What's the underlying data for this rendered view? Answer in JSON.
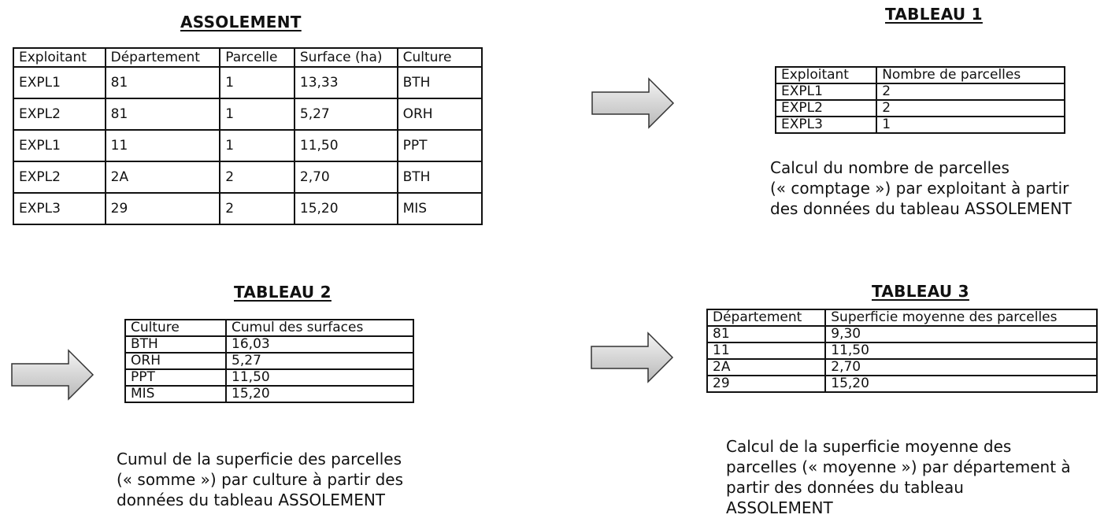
{
  "assolement": {
    "title": "ASSOLEMENT",
    "headers": [
      "Exploitant",
      "Département",
      "Parcelle",
      "Surface (ha)",
      "Culture"
    ],
    "rows": [
      [
        "EXPL1",
        "81",
        "1",
        "13,33",
        "BTH"
      ],
      [
        "EXPL2",
        "81",
        "1",
        "5,27",
        "ORH"
      ],
      [
        "EXPL1",
        "11",
        "1",
        "11,50",
        "PPT"
      ],
      [
        "EXPL2",
        "2A",
        "2",
        "2,70",
        "BTH"
      ],
      [
        "EXPL3",
        "29",
        "2",
        "15,20",
        "MIS"
      ]
    ]
  },
  "tableau1": {
    "title": "TABLEAU 1",
    "headers": [
      "Exploitant",
      "Nombre de parcelles"
    ],
    "rows": [
      [
        "EXPL1",
        "2"
      ],
      [
        "EXPL2",
        "2"
      ],
      [
        "EXPL3",
        "1"
      ]
    ],
    "caption": [
      "Calcul du nombre de parcelles",
      "(« comptage ») par exploitant à partir",
      "des données du tableau ASSOLEMENT"
    ]
  },
  "tableau2": {
    "title": "TABLEAU 2",
    "headers": [
      "Culture",
      "Cumul des surfaces"
    ],
    "rows": [
      [
        "BTH",
        "16,03"
      ],
      [
        "ORH",
        "5,27"
      ],
      [
        "PPT",
        "11,50"
      ],
      [
        "MIS",
        "15,20"
      ]
    ],
    "caption": [
      "Cumul de la superficie des parcelles",
      "(« somme ») par culture à partir des",
      "données du tableau ASSOLEMENT"
    ]
  },
  "tableau3": {
    "title": "TABLEAU 3",
    "headers": [
      "Département",
      "Superficie moyenne des parcelles"
    ],
    "rows": [
      [
        "81",
        "9,30"
      ],
      [
        "11",
        "11,50"
      ],
      [
        "2A",
        "2,70"
      ],
      [
        "29",
        "15,20"
      ]
    ],
    "caption": [
      "Calcul de la superficie moyenne des",
      "parcelles (« moyenne ») par département à",
      "partir des données du tableau",
      "ASSOLEMENT"
    ]
  },
  "arrows": {
    "fill_light": "#f4f4f4",
    "fill_dark": "#b8b8b8",
    "stroke": "#333333"
  }
}
